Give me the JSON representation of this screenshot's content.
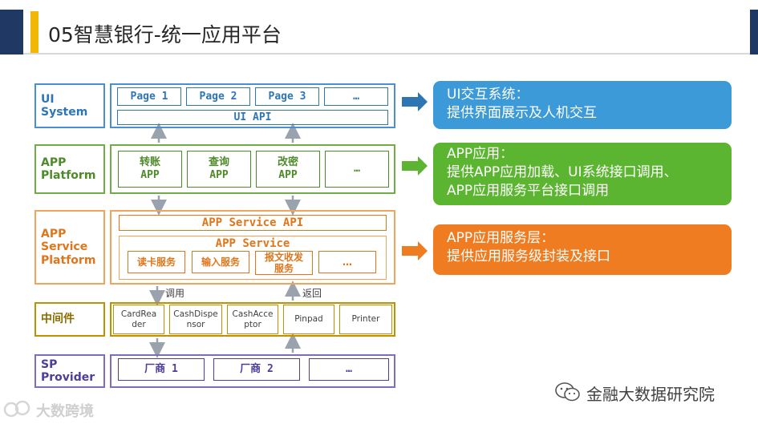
{
  "header": {
    "title": "05智慧银行-统一应用平台"
  },
  "layers": {
    "ui": {
      "label_line1": "UI",
      "label_line2": "System",
      "pages": [
        "Page 1",
        "Page 2",
        "Page 3",
        "…"
      ],
      "api": "UI  API"
    },
    "app": {
      "label_line1": "APP",
      "label_line2": "Platform",
      "apps": [
        {
          "l1": "转账",
          "l2": "APP"
        },
        {
          "l1": "查询",
          "l2": "APP"
        },
        {
          "l1": "改密",
          "l2": "APP"
        },
        {
          "l1": "…",
          "l2": ""
        }
      ]
    },
    "service": {
      "label_line1": "APP",
      "label_line2": "Service",
      "label_line3": "Platform",
      "api": "APP Service API",
      "service_title": "APP Service",
      "services": [
        {
          "l1": "读卡服务",
          "l2": ""
        },
        {
          "l1": "输入服务",
          "l2": ""
        },
        {
          "l1": "报文收发",
          "l2": "服务"
        },
        {
          "l1": "…",
          "l2": ""
        }
      ]
    },
    "middleware": {
      "label": "中间件",
      "call_label": "调用",
      "return_label": "返回",
      "modules": [
        {
          "l1": "CardRea",
          "l2": "der"
        },
        {
          "l1": "CashDispe",
          "l2": "nsor"
        },
        {
          "l1": "CashAcce",
          "l2": "ptor"
        },
        {
          "l1": "Pinpad",
          "l2": ""
        },
        {
          "l1": "Printer",
          "l2": ""
        }
      ]
    },
    "sp": {
      "label_line1": "SP",
      "label_line2": "Provider",
      "vendors": [
        "厂商  1",
        "厂商  2",
        "…"
      ]
    }
  },
  "callouts": [
    {
      "title": "UI交互系统：",
      "lines": [
        "提供界面展示及人机交互"
      ],
      "color": "#3d9ad8"
    },
    {
      "title": "APP应用：",
      "lines": [
        "提供APP应用加载、UI系统接口调用、",
        "APP应用服务平台接口调用"
      ],
      "color": "#5cb531"
    },
    {
      "title": "APP应用服务层：",
      "lines": [
        "提供应用服务级封装及接口"
      ],
      "color": "#f07c22"
    }
  ],
  "watermarks": {
    "bottom_left": "大数跨境",
    "bottom_right": "金融大数据研究院"
  },
  "colors": {
    "navy": "#1f3864",
    "accent": "#f2b705",
    "ui": "#4a8fd4",
    "app": "#70ad47",
    "service": "#f4a35a",
    "middleware": "#bf9000",
    "sp": "#7f6bbf"
  }
}
